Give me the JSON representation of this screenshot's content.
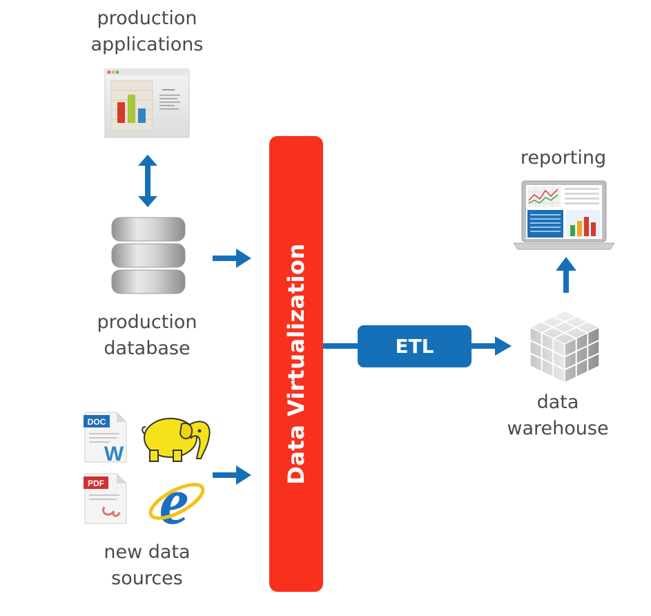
{
  "labels": {
    "production_applications_1": "production",
    "production_applications_2": "applications",
    "production_database_1": "production",
    "production_database_2": "database",
    "new_data_sources_1": "new data",
    "new_data_sources_2": "sources",
    "data_virtualization": "Data Virtualization",
    "etl": "ETL",
    "reporting": "reporting",
    "data_warehouse_1": "data",
    "data_warehouse_2": "warehouse"
  },
  "icon_text": {
    "doc": "DOC",
    "pdf": "PDF",
    "word_w": "W",
    "ie_e": "e"
  },
  "colors": {
    "accent_red": "#f8311f",
    "accent_blue": "#1570b8"
  },
  "icons": [
    "app-window-icon",
    "database-icon",
    "doc-file-icon",
    "hadoop-elephant-icon",
    "pdf-file-icon",
    "internet-explorer-icon",
    "reporting-laptop-icon",
    "cube-warehouse-icon"
  ]
}
